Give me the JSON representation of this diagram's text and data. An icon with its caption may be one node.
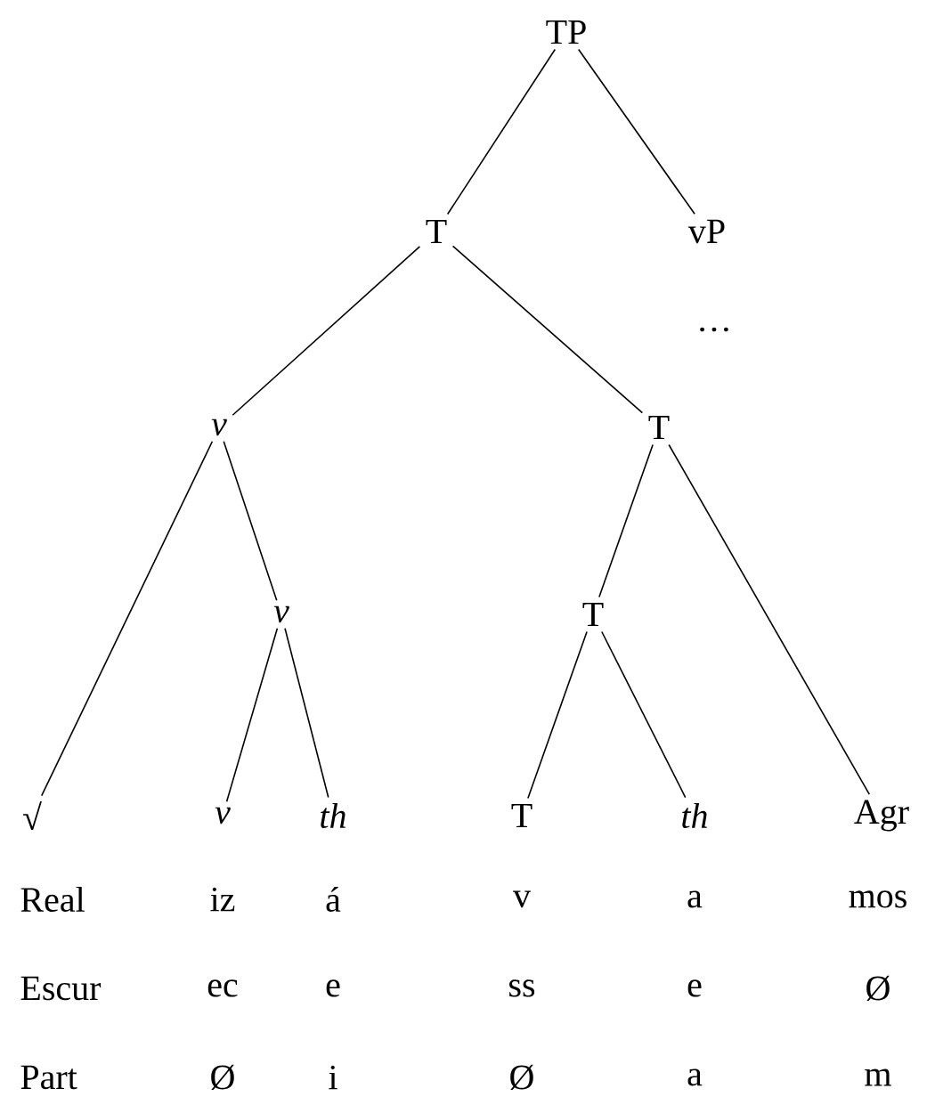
{
  "diagram": {
    "nodes": [
      {
        "text": [
          "TP"
        ]
      },
      {
        "text": [
          "T"
        ]
      },
      {
        "text": [
          "vP"
        ]
      },
      {
        "text": [
          "v"
        ]
      },
      {
        "text": [
          "T"
        ]
      },
      {
        "text": [
          "v"
        ]
      },
      {
        "text": [
          "T"
        ]
      },
      {
        "text": [
          "√"
        ]
      },
      {
        "text": [
          "v"
        ]
      },
      {
        "text": [
          "th"
        ]
      },
      {
        "text": [
          "T"
        ]
      },
      {
        "text": [
          "th"
        ]
      },
      {
        "text": [
          "Agr"
        ]
      }
    ],
    "edges": [
      {
        "from": 0,
        "to": 1,
        "arrow": "none"
      },
      {
        "from": 0,
        "to": 2,
        "arrow": "none"
      },
      {
        "from": 1,
        "to": 3,
        "arrow": "none"
      },
      {
        "from": 1,
        "to": 4,
        "arrow": "none"
      },
      {
        "from": 3,
        "to": 7,
        "arrow": "none"
      },
      {
        "from": 3,
        "to": 5,
        "arrow": "none"
      },
      {
        "from": 5,
        "to": 8,
        "arrow": "none"
      },
      {
        "from": 5,
        "to": 9,
        "arrow": "none"
      },
      {
        "from": 4,
        "to": 6,
        "arrow": "none"
      },
      {
        "from": 4,
        "to": 12,
        "arrow": "none"
      },
      {
        "from": 6,
        "to": 10,
        "arrow": "none"
      },
      {
        "from": 6,
        "to": 11,
        "arrow": "none"
      }
    ],
    "labels": [
      "…",
      "Real",
      "iz",
      "á",
      "v",
      "a",
      "mos",
      "Escur",
      "ec",
      "e",
      "ss",
      "e",
      "Ø",
      "Part",
      "Ø",
      "i",
      "Ø",
      "a",
      "m"
    ]
  }
}
